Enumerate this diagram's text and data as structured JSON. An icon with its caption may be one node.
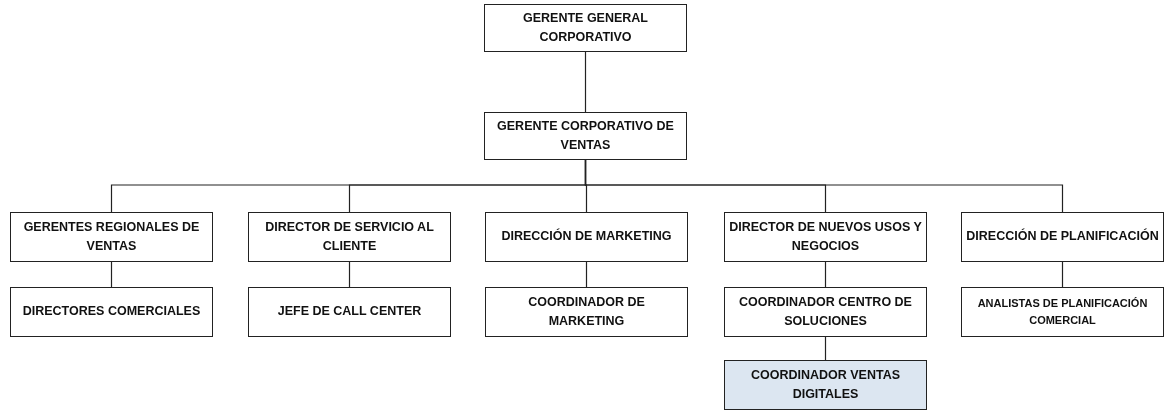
{
  "diagram": {
    "nodes": [
      {
        "text": [
          "GERENTE GENERAL CORPORATIVO"
        ]
      },
      {
        "text": [
          "GERENTE CORPORATIVO DE VENTAS"
        ]
      },
      {
        "text": [
          "GERENTES REGIONALES DE VENTAS"
        ]
      },
      {
        "text": [
          "DIRECTOR DE SERVICIO AL CLIENTE"
        ]
      },
      {
        "text": [
          "DIRECCIÓN DE MARKETING"
        ]
      },
      {
        "text": [
          "DIRECTOR DE NUEVOS USOS Y NEGOCIOS"
        ]
      },
      {
        "text": [
          "DIRECCIÓN DE PLANIFICACIÓN"
        ]
      },
      {
        "text": [
          "DIRECTORES COMERCIALES"
        ]
      },
      {
        "text": [
          "JEFE DE CALL CENTER"
        ]
      },
      {
        "text": [
          "COORDINADOR DE MARKETING"
        ]
      },
      {
        "text": [
          "COORDINADOR CENTRO DE SOLUCIONES"
        ]
      },
      {
        "text": [
          "ANALISTAS DE PLANIFICACIÓN COMERCIAL"
        ]
      },
      {
        "text": [
          "COORDINADOR VENTAS DIGITALES"
        ]
      }
    ],
    "edges": [
      {
        "from": 0,
        "to": 1,
        "arrow": "none"
      },
      {
        "from": 1,
        "to": 2,
        "arrow": "none"
      },
      {
        "from": 1,
        "to": 3,
        "arrow": "none"
      },
      {
        "from": 1,
        "to": 4,
        "arrow": "none"
      },
      {
        "from": 1,
        "to": 5,
        "arrow": "none"
      },
      {
        "from": 1,
        "to": 6,
        "arrow": "none"
      },
      {
        "from": 2,
        "to": 7,
        "arrow": "none"
      },
      {
        "from": 3,
        "to": 8,
        "arrow": "none"
      },
      {
        "from": 4,
        "to": 9,
        "arrow": "none"
      },
      {
        "from": 5,
        "to": 10,
        "arrow": "none"
      },
      {
        "from": 6,
        "to": 11,
        "arrow": "none"
      },
      {
        "from": 10,
        "to": 12,
        "arrow": "none"
      }
    ]
  }
}
